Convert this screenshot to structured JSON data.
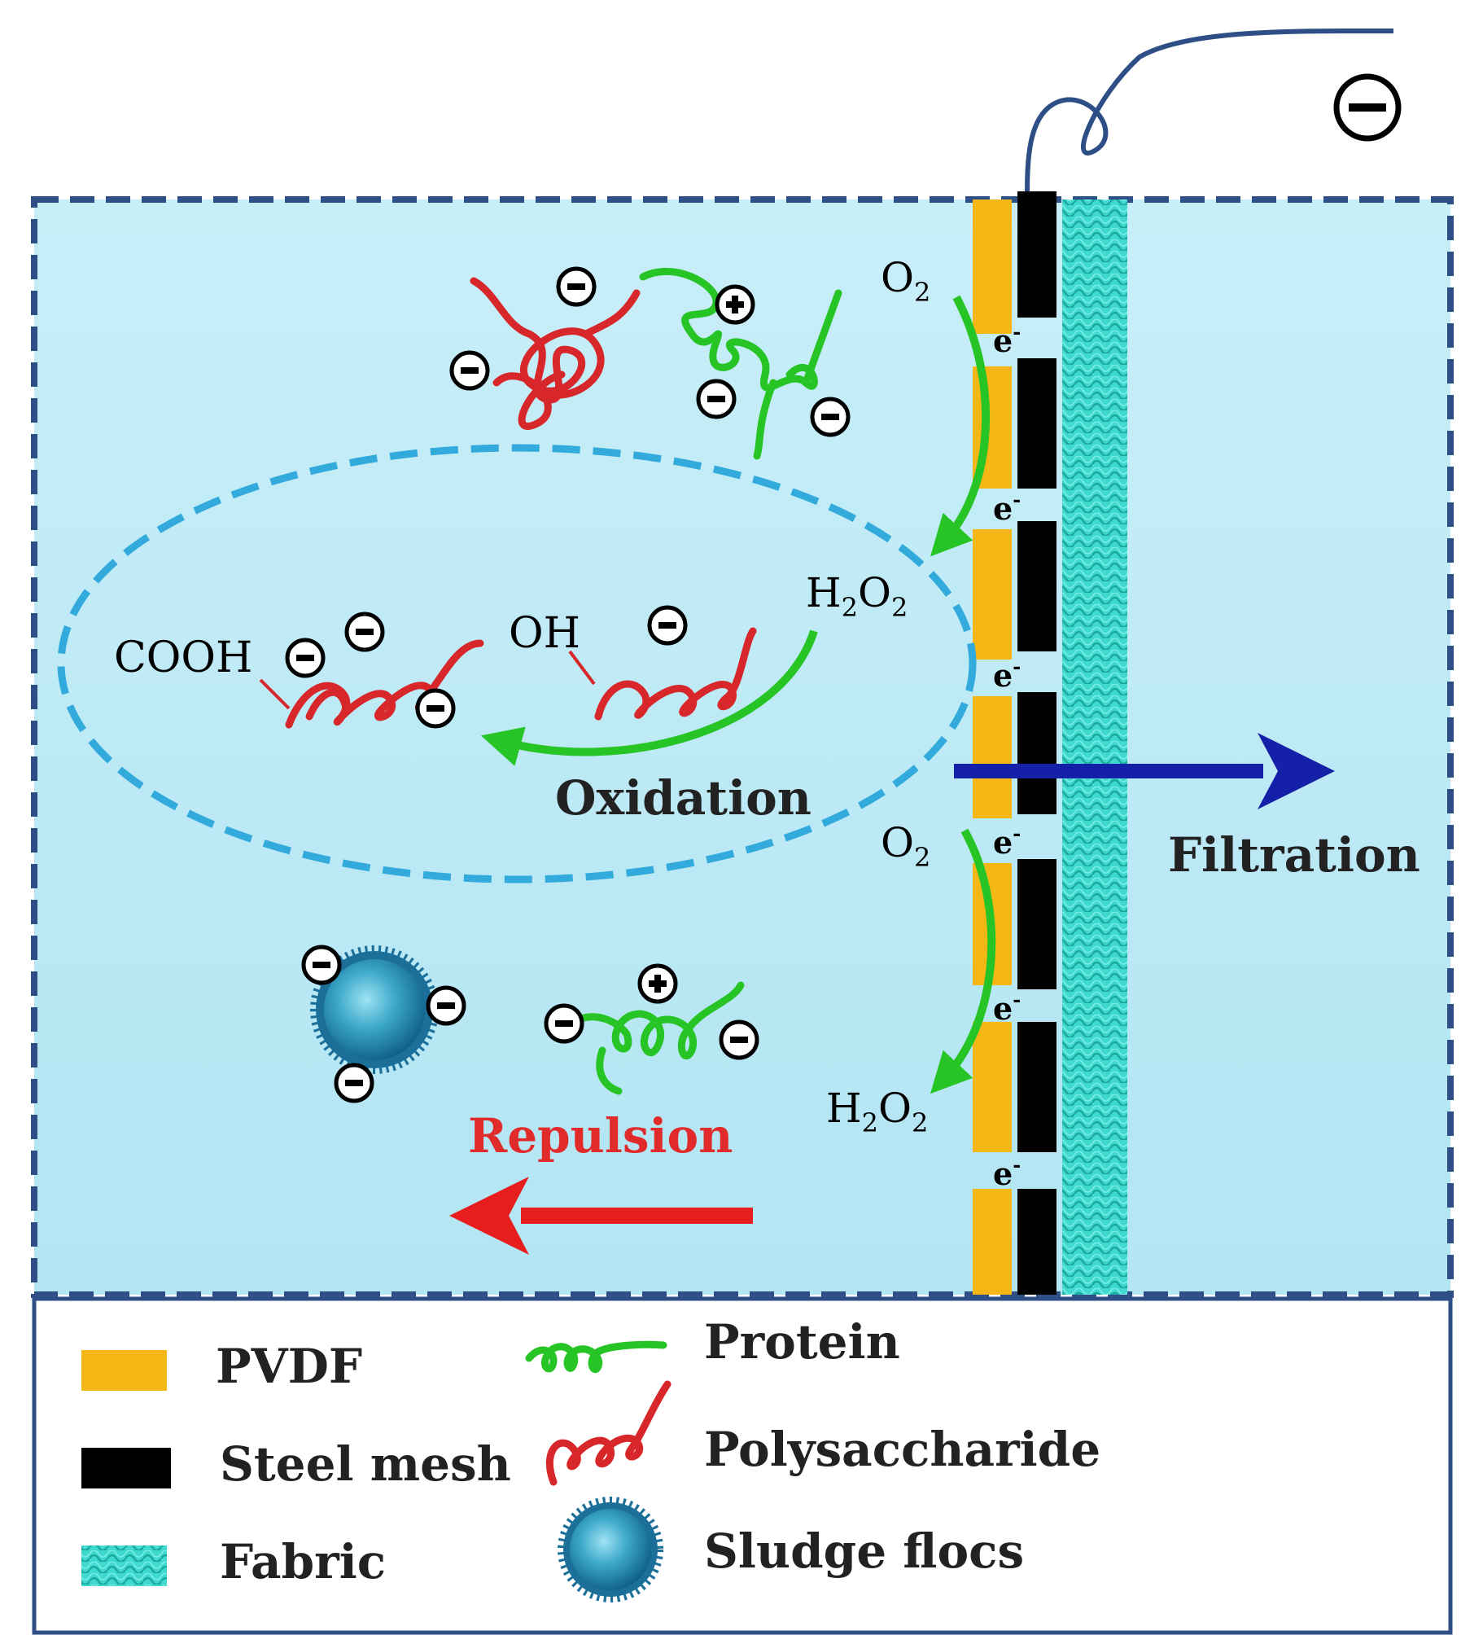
{
  "diagram": {
    "electrode_charge": "⊖",
    "labels": {
      "o2_top": "O",
      "o2_top_sub": "2",
      "h2o2_top_h": "H",
      "h2o2_top_sub1": "2",
      "h2o2_top_o": "O",
      "h2o2_top_sub2": "2",
      "o2_bottom": "O",
      "o2_bottom_sub": "2",
      "h2o2_bottom_h": "H",
      "h2o2_bottom_sub1": "2",
      "h2o2_bottom_o": "O",
      "h2o2_bottom_sub2": "2",
      "cooh": "COOH",
      "oh": "OH",
      "oxidation": "Oxidation",
      "filtration": "Filtration",
      "repulsion": "Repulsion",
      "electron": "e",
      "electron_sup": "-"
    },
    "charges": {
      "minus": "−",
      "plus": "+"
    },
    "colors": {
      "water_top": "#c8eef8",
      "water_bottom": "#b5e6f4",
      "tank_border": "#2d4f86",
      "pvdf": "#f5b716",
      "steel": "#000000",
      "fabric": "#3fd9cf",
      "protein": "#27c426",
      "polysaccharide": "#d8272a",
      "oxidation_ellipse": "#33aadc",
      "filtration_arrow": "#1420a8",
      "repulsion_arrow": "#e81e1e",
      "repulsion_text": "#e12b2b"
    }
  },
  "legend": {
    "items": [
      {
        "label": "PVDF"
      },
      {
        "label": "Steel mesh"
      },
      {
        "label": "Fabric"
      },
      {
        "label": "Protein"
      },
      {
        "label": "Polysaccharide"
      },
      {
        "label": "Sludge flocs"
      }
    ]
  }
}
